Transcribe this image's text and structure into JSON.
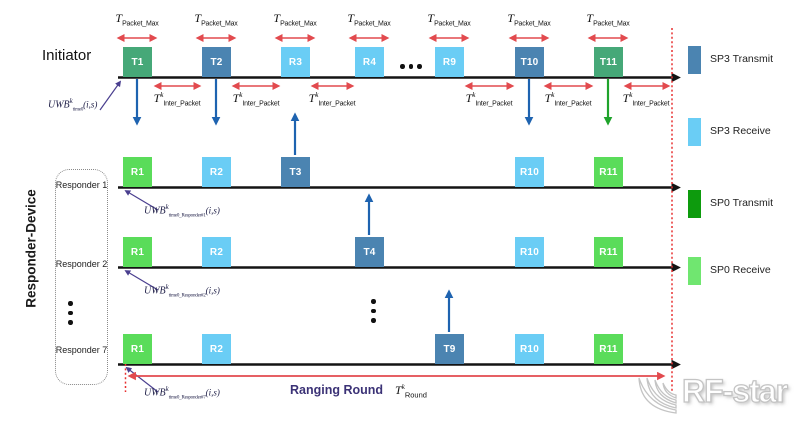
{
  "colors": {
    "sp3_transmit": "#4B84B1",
    "sp3_receive": "#6ACDF5",
    "sp0_transmit": "#0D9B0D",
    "sp0_receive": "#70E670",
    "initiator_green_block": "#46A878",
    "responder_green_block": "#5ADC5A",
    "arrow_red": "#E24A4E",
    "arrow_blue": "#1E63B0",
    "arrow_green": "#1FA32B",
    "annotation_purple": "#4A3F8F",
    "round_boundary_dotted_red": "#E83030"
  },
  "initiator": {
    "label": "Initiator",
    "blocks": [
      {
        "label": "T1"
      },
      {
        "label": "T2"
      },
      {
        "label": "R3"
      },
      {
        "label": "R4"
      },
      {
        "label": "R9"
      },
      {
        "label": "T10"
      },
      {
        "label": "T11"
      }
    ]
  },
  "responder_panel": {
    "title": "Responder-Device"
  },
  "responders": {
    "rows": [
      {
        "name": "Responder 1",
        "uwb_sub": "time0_Responder#1",
        "blocks": [
          {
            "label": "R1"
          },
          {
            "label": "R2"
          },
          {
            "label": "T3"
          },
          {
            "label": "R10"
          },
          {
            "label": "R11"
          }
        ]
      },
      {
        "name": "Responder 2",
        "uwb_sub": "time0_Responder#2",
        "blocks": [
          {
            "label": "R1"
          },
          {
            "label": "R2"
          },
          {
            "label": "T4"
          },
          {
            "label": "R10"
          },
          {
            "label": "R11"
          }
        ]
      },
      {
        "name": "Responder 7",
        "uwb_sub": "time0_Responder#7",
        "blocks": [
          {
            "label": "R1"
          },
          {
            "label": "R2"
          },
          {
            "label": "T9"
          },
          {
            "label": "R10"
          },
          {
            "label": "R11"
          }
        ]
      }
    ]
  },
  "formulas": {
    "packet_max": {
      "base": "T",
      "sub": "Packet_Max"
    },
    "inter_packet": {
      "base": "T",
      "sup": "k",
      "sub": "Inter_Packet"
    },
    "round": {
      "base": "T",
      "sup": "k",
      "sub": "Round"
    },
    "uwb": {
      "base": "UWB",
      "sup": "k",
      "init_sub": "time0",
      "args": "(i,s)"
    }
  },
  "ranging": {
    "label": "Ranging Round"
  },
  "legend": {
    "items": [
      {
        "label": "SP3 Transmit",
        "color": "#4B84B1"
      },
      {
        "label": "SP3 Receive",
        "color": "#6ACDF5"
      },
      {
        "label": "SP0 Transmit",
        "color": "#0D9B0D"
      },
      {
        "label": "SP0 Receive",
        "color": "#70E670"
      }
    ]
  },
  "watermark": {
    "text": "RF-star"
  }
}
